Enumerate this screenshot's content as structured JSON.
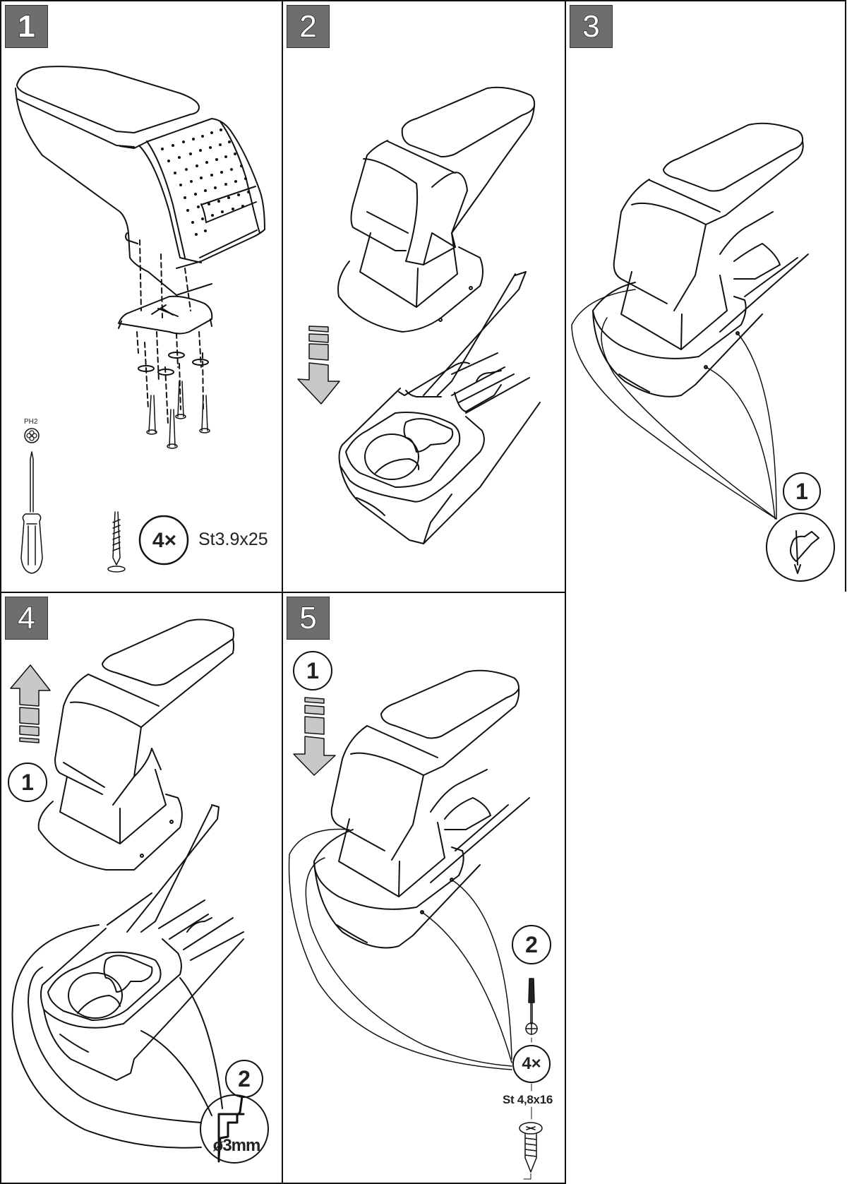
{
  "document": {
    "type": "armrest installation instructions",
    "steps": [
      {
        "number": "1",
        "tool": {
          "bit_label": "PH2",
          "icon": "phillips-screwdriver-icon"
        },
        "parts": {
          "quantity": "4×",
          "quantity_number": "4",
          "screw_spec": "St3.9x25",
          "icon": "wood-screw-icon"
        }
      },
      {
        "number": "2",
        "icon": "arrow-down-icon"
      },
      {
        "number": "3",
        "substeps": [
          {
            "number": "1",
            "icon": "hand-marking-pen-icon"
          }
        ]
      },
      {
        "number": "4",
        "substeps": [
          {
            "number": "1",
            "icon": "arrow-up-icon"
          },
          {
            "number": "2",
            "icon": "drill-icon",
            "drill_label": "ø3mm",
            "drill_diameter": "3mm"
          }
        ]
      },
      {
        "number": "5",
        "substeps": [
          {
            "number": "1",
            "icon": "arrow-down-icon"
          },
          {
            "number": "2",
            "icon": "screwdriver-icon",
            "quantity": "4×",
            "quantity_number": "4",
            "screw_spec": "St 4,8x16"
          }
        ]
      }
    ]
  },
  "colors": {
    "badge_fill": "#6e6e6e",
    "arrow_fill": "#c8c8c8",
    "line": "#111111"
  }
}
